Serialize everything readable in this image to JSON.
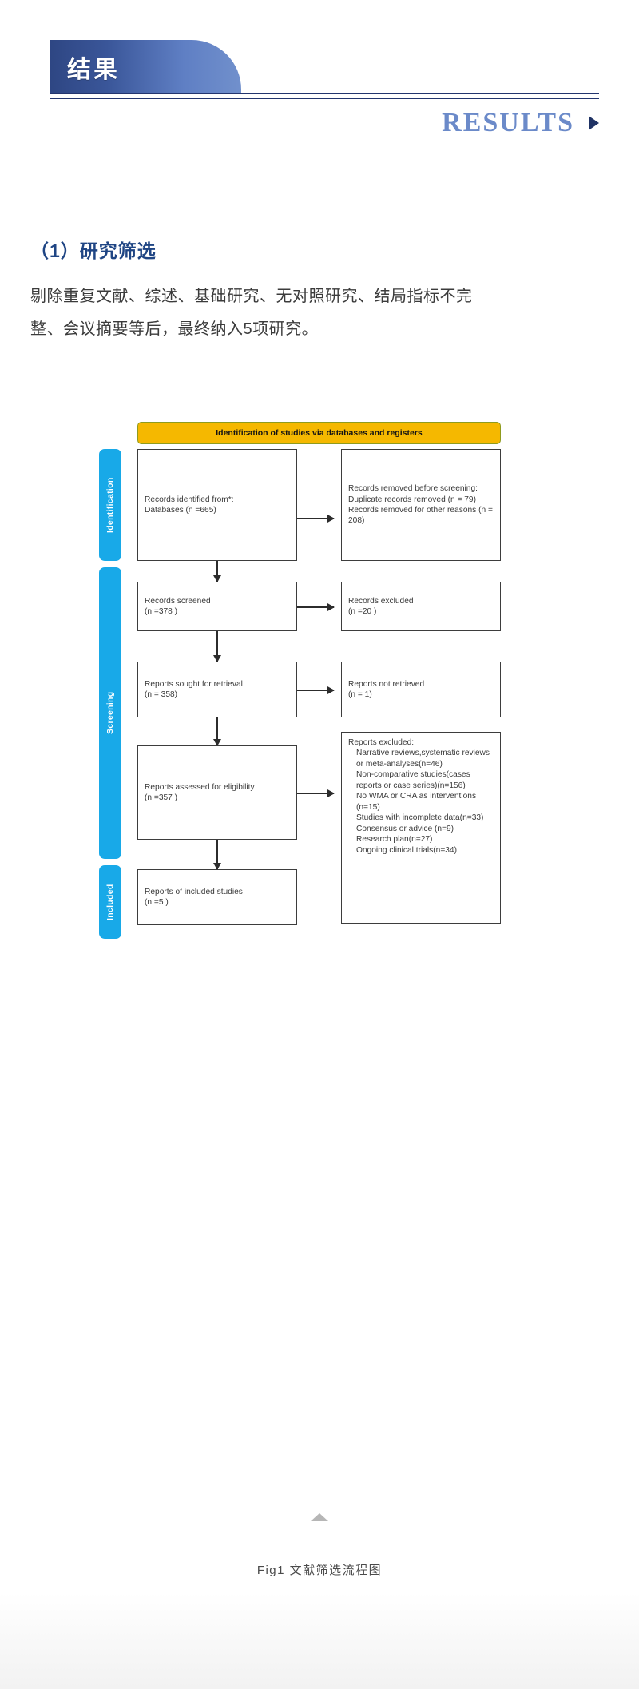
{
  "header": {
    "banner_title": "结果",
    "results_label": "RESULTS",
    "arrow_icon": "triangle-right-icon",
    "accent_blue": "#23356e",
    "accent_light_blue": "#6b8ac9"
  },
  "content": {
    "section_title": "（1）研究筛选",
    "paragraph": "剔除重复文献、综述、基础研究、无对照研究、结局指标不完整、会议摘要等后，最终纳入5项研究。"
  },
  "chart_data": {
    "type": "diagram",
    "title": "Identification of studies via databases and registers",
    "title_bg": "#f5b800",
    "band_color": "#18a9e8",
    "bands": [
      {
        "label": "Identification"
      },
      {
        "label": "Screening"
      },
      {
        "label": "Included"
      }
    ],
    "nodes": [
      {
        "id": "identified",
        "column": "left",
        "text": "Records identified from*:\nDatabases (n =665)"
      },
      {
        "id": "removed",
        "column": "right",
        "text": "Records removed before screening:\nDuplicate records removed  (n = 79)\nRecords removed for other reasons (n = 208)"
      },
      {
        "id": "screened",
        "column": "left",
        "text": "Records screened\n(n =378 )"
      },
      {
        "id": "excluded1",
        "column": "right",
        "text": "Records excluded\n(n =20 )"
      },
      {
        "id": "sought",
        "column": "left",
        "text": "Reports sought for retrieval\n(n = 358)"
      },
      {
        "id": "notretr",
        "column": "right",
        "text": "Reports not retrieved\n(n = 1)"
      },
      {
        "id": "assessed",
        "column": "left",
        "text": "Reports assessed for eligibility\n(n =357 )"
      },
      {
        "id": "excluded2",
        "column": "right",
        "heading": "Reports excluded:",
        "items": [
          "Narrative reviews,systematic reviews or meta-analyses(n=46)",
          "Non-comparative studies(cases reports or case series)(n=156)",
          "No WMA or CRA as interventions (n=15)",
          "Studies with incomplete data(n=33)",
          "Consensus or advice (n=9)",
          "Research plan(n=27)",
          "Ongoing clinical trials(n=34)"
        ]
      },
      {
        "id": "included",
        "column": "left",
        "text": "Reports of included studies\n(n =5 )"
      }
    ],
    "counts": {
      "records_identified": 665,
      "duplicates_removed": 79,
      "other_reasons_removed": 208,
      "records_screened": 378,
      "records_excluded": 20,
      "reports_sought": 358,
      "reports_not_retrieved": 1,
      "reports_assessed": 357,
      "included_studies": 5,
      "excluded_narrative_reviews": 46,
      "excluded_non_comparative": 156,
      "excluded_no_wma_cra": 15,
      "excluded_incomplete_data": 33,
      "excluded_consensus": 9,
      "excluded_research_plan": 27,
      "excluded_ongoing_trials": 34
    }
  },
  "footer": {
    "caret_icon": "caret-up-icon",
    "caption": "Fig1 文献筛选流程图"
  }
}
